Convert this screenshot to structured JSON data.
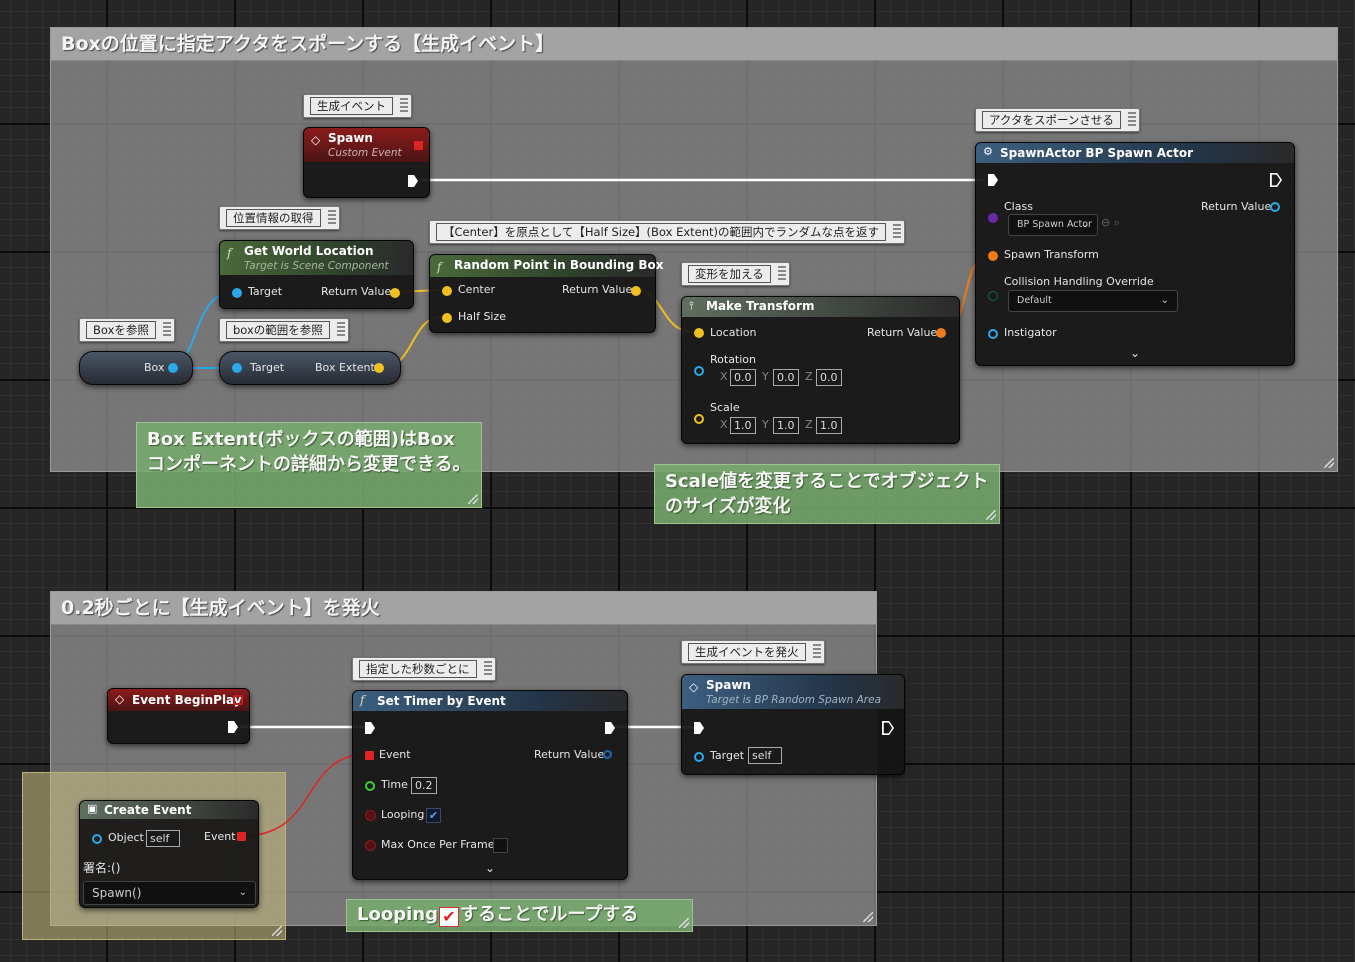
{
  "comment_box_top": {
    "title": "Boxの位置に指定アクタをスポーンする【生成イベント】"
  },
  "comment_box_bottom": {
    "title": "0.2秒ごとに【生成イベント】を発火"
  },
  "bubbles": {
    "spawn_event": "生成イベント",
    "get_location": "位置情報の取得",
    "box_ref": "Boxを参照",
    "box_extent_ref": "boxの範囲を参照",
    "random_point": "【Center】を原点として【Half Size】(Box Extent)の範囲内でランダムな点を返す",
    "transform": "変形を加える",
    "spawn_actor": "アクタをスポーンさせる",
    "timer": "指定した秒数ごとに",
    "fire_event": "生成イベントを発火"
  },
  "nodes": {
    "spawn_custom_event": {
      "title": "Spawn",
      "subtitle": "Custom Event"
    },
    "get_world_location": {
      "title": "Get World Location",
      "subtitle": "Target is Scene Component",
      "pin_target": "Target",
      "pin_return": "Return Value"
    },
    "box_variable": {
      "label": "Box"
    },
    "box_extent": {
      "pin_target": "Target",
      "pin_extent": "Box Extent"
    },
    "random_point": {
      "title": "Random Point in Bounding Box",
      "pin_center": "Center",
      "pin_half": "Half Size",
      "pin_return": "Return Value"
    },
    "make_transform": {
      "title": "Make Transform",
      "pin_location": "Location",
      "pin_rotation": "Rotation",
      "pin_scale": "Scale",
      "pin_return": "Return Value",
      "axis_x": "X",
      "axis_y": "Y",
      "axis_z": "Z",
      "rotation_x": "0.0",
      "rotation_y": "0.0",
      "rotation_z": "0.0",
      "scale_x": "1.0",
      "scale_y": "1.0",
      "scale_z": "1.0"
    },
    "spawn_actor": {
      "title": "SpawnActor BP Spawn Actor",
      "pin_class": "Class",
      "class_value": "BP Spawn Actor",
      "pin_return": "Return Value",
      "pin_transform": "Spawn Transform",
      "pin_collision": "Collision Handling Override",
      "collision_value": "Default",
      "pin_instigator": "Instigator"
    },
    "event_beginplay": {
      "title": "Event BeginPlay"
    },
    "set_timer": {
      "title": "Set Timer by Event",
      "pin_event": "Event",
      "pin_return": "Return Value",
      "pin_time": "Time",
      "time_value": "0.2",
      "pin_looping": "Looping",
      "looping_checked": true,
      "pin_max_once": "Max Once Per Frame",
      "max_once_checked": false
    },
    "spawn_call": {
      "title": "Spawn",
      "subtitle": "Target is BP Random Spawn Area",
      "pin_target": "Target",
      "target_value": "self"
    },
    "create_event": {
      "title": "Create Event",
      "pin_object": "Object",
      "object_value": "self",
      "pin_event": "Event",
      "signature_label": "署名:()",
      "function_value": "Spawn()"
    }
  },
  "notes": {
    "box_extent_note": "Box Extent(ボックスの範囲)はBoxコンポーネントの詳細から変更できる。",
    "scale_note": "Scale値を変更することでオブジェクトのサイズが変化",
    "looping_note_pre": "Looping",
    "looping_note_post": "することでループする"
  },
  "colors": {
    "event_header": "#8c1c1c",
    "pure_function_header": "#4a6a3a",
    "function_header": "#3c5f80",
    "vector_pin": "#f0c020",
    "object_pin": "#2aa8e8",
    "transform_pin": "#ee7a1a",
    "note_green": "#78aa6e"
  }
}
